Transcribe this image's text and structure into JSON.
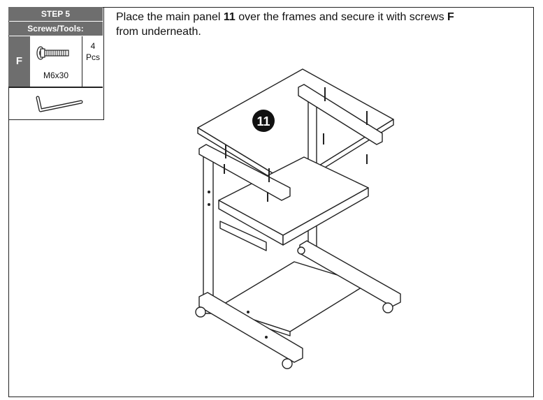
{
  "step": {
    "title": "STEP 5",
    "tools_header": "Screws/Tools:",
    "part_letter": "F",
    "screw_size": "M6x30",
    "quantity_number": "4",
    "quantity_unit": "Pcs"
  },
  "instruction": {
    "part1": "Place the main panel ",
    "panel_number": "11",
    "part2": " over the frames and secure it with screws ",
    "screw_letter": "F",
    "part3": "from underneath."
  },
  "illustration": {
    "panel_badge": "11"
  }
}
